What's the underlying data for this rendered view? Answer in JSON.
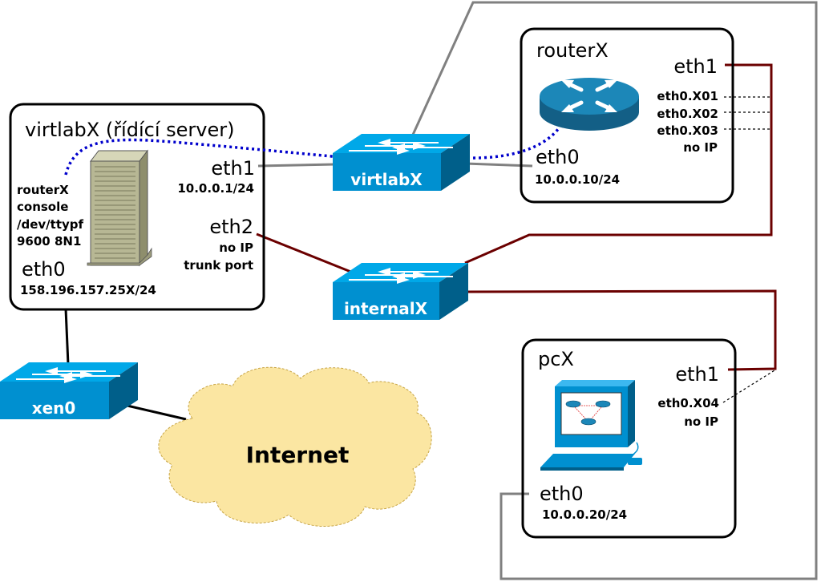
{
  "diagram": {
    "virtlab": {
      "title": "virtlabX (řídící server)",
      "console_lines": [
        "routerX",
        "console",
        "/dev/ttypf",
        "9600 8N1"
      ],
      "eth0_name": "eth0",
      "eth0_ip": "158.196.157.25X/24",
      "eth1_name": "eth1",
      "eth1_ip": "10.0.0.1/24",
      "eth2_name": "eth2",
      "eth2_line1": "no IP",
      "eth2_line2": "trunk port"
    },
    "router": {
      "title": "routerX",
      "eth1_name": "eth1",
      "subifs": [
        "eth0.X01",
        "eth0.X02",
        "eth0.X03"
      ],
      "subif_note": "no IP",
      "eth0_name": "eth0",
      "eth0_ip": "10.0.0.10/24"
    },
    "pc": {
      "title": "pcX",
      "eth1_name": "eth1",
      "subif": "eth0.X04",
      "subif_note": "no IP",
      "eth0_name": "eth0",
      "eth0_ip": "10.0.0.20/24"
    },
    "switches": {
      "virtlab": "virtlabX",
      "internal": "internalX",
      "xen": "xen0"
    },
    "cloud_label": "Internet",
    "colors": {
      "switch_top": "#00a8e8",
      "switch_front": "#0090d0",
      "switch_side": "#005f8a",
      "trunk_link": "#6b0000",
      "plain_link": "#808080",
      "console_link": "#0000cc",
      "cloud_fill": "#fbe6a2",
      "router_body": "#1c87b8"
    }
  }
}
